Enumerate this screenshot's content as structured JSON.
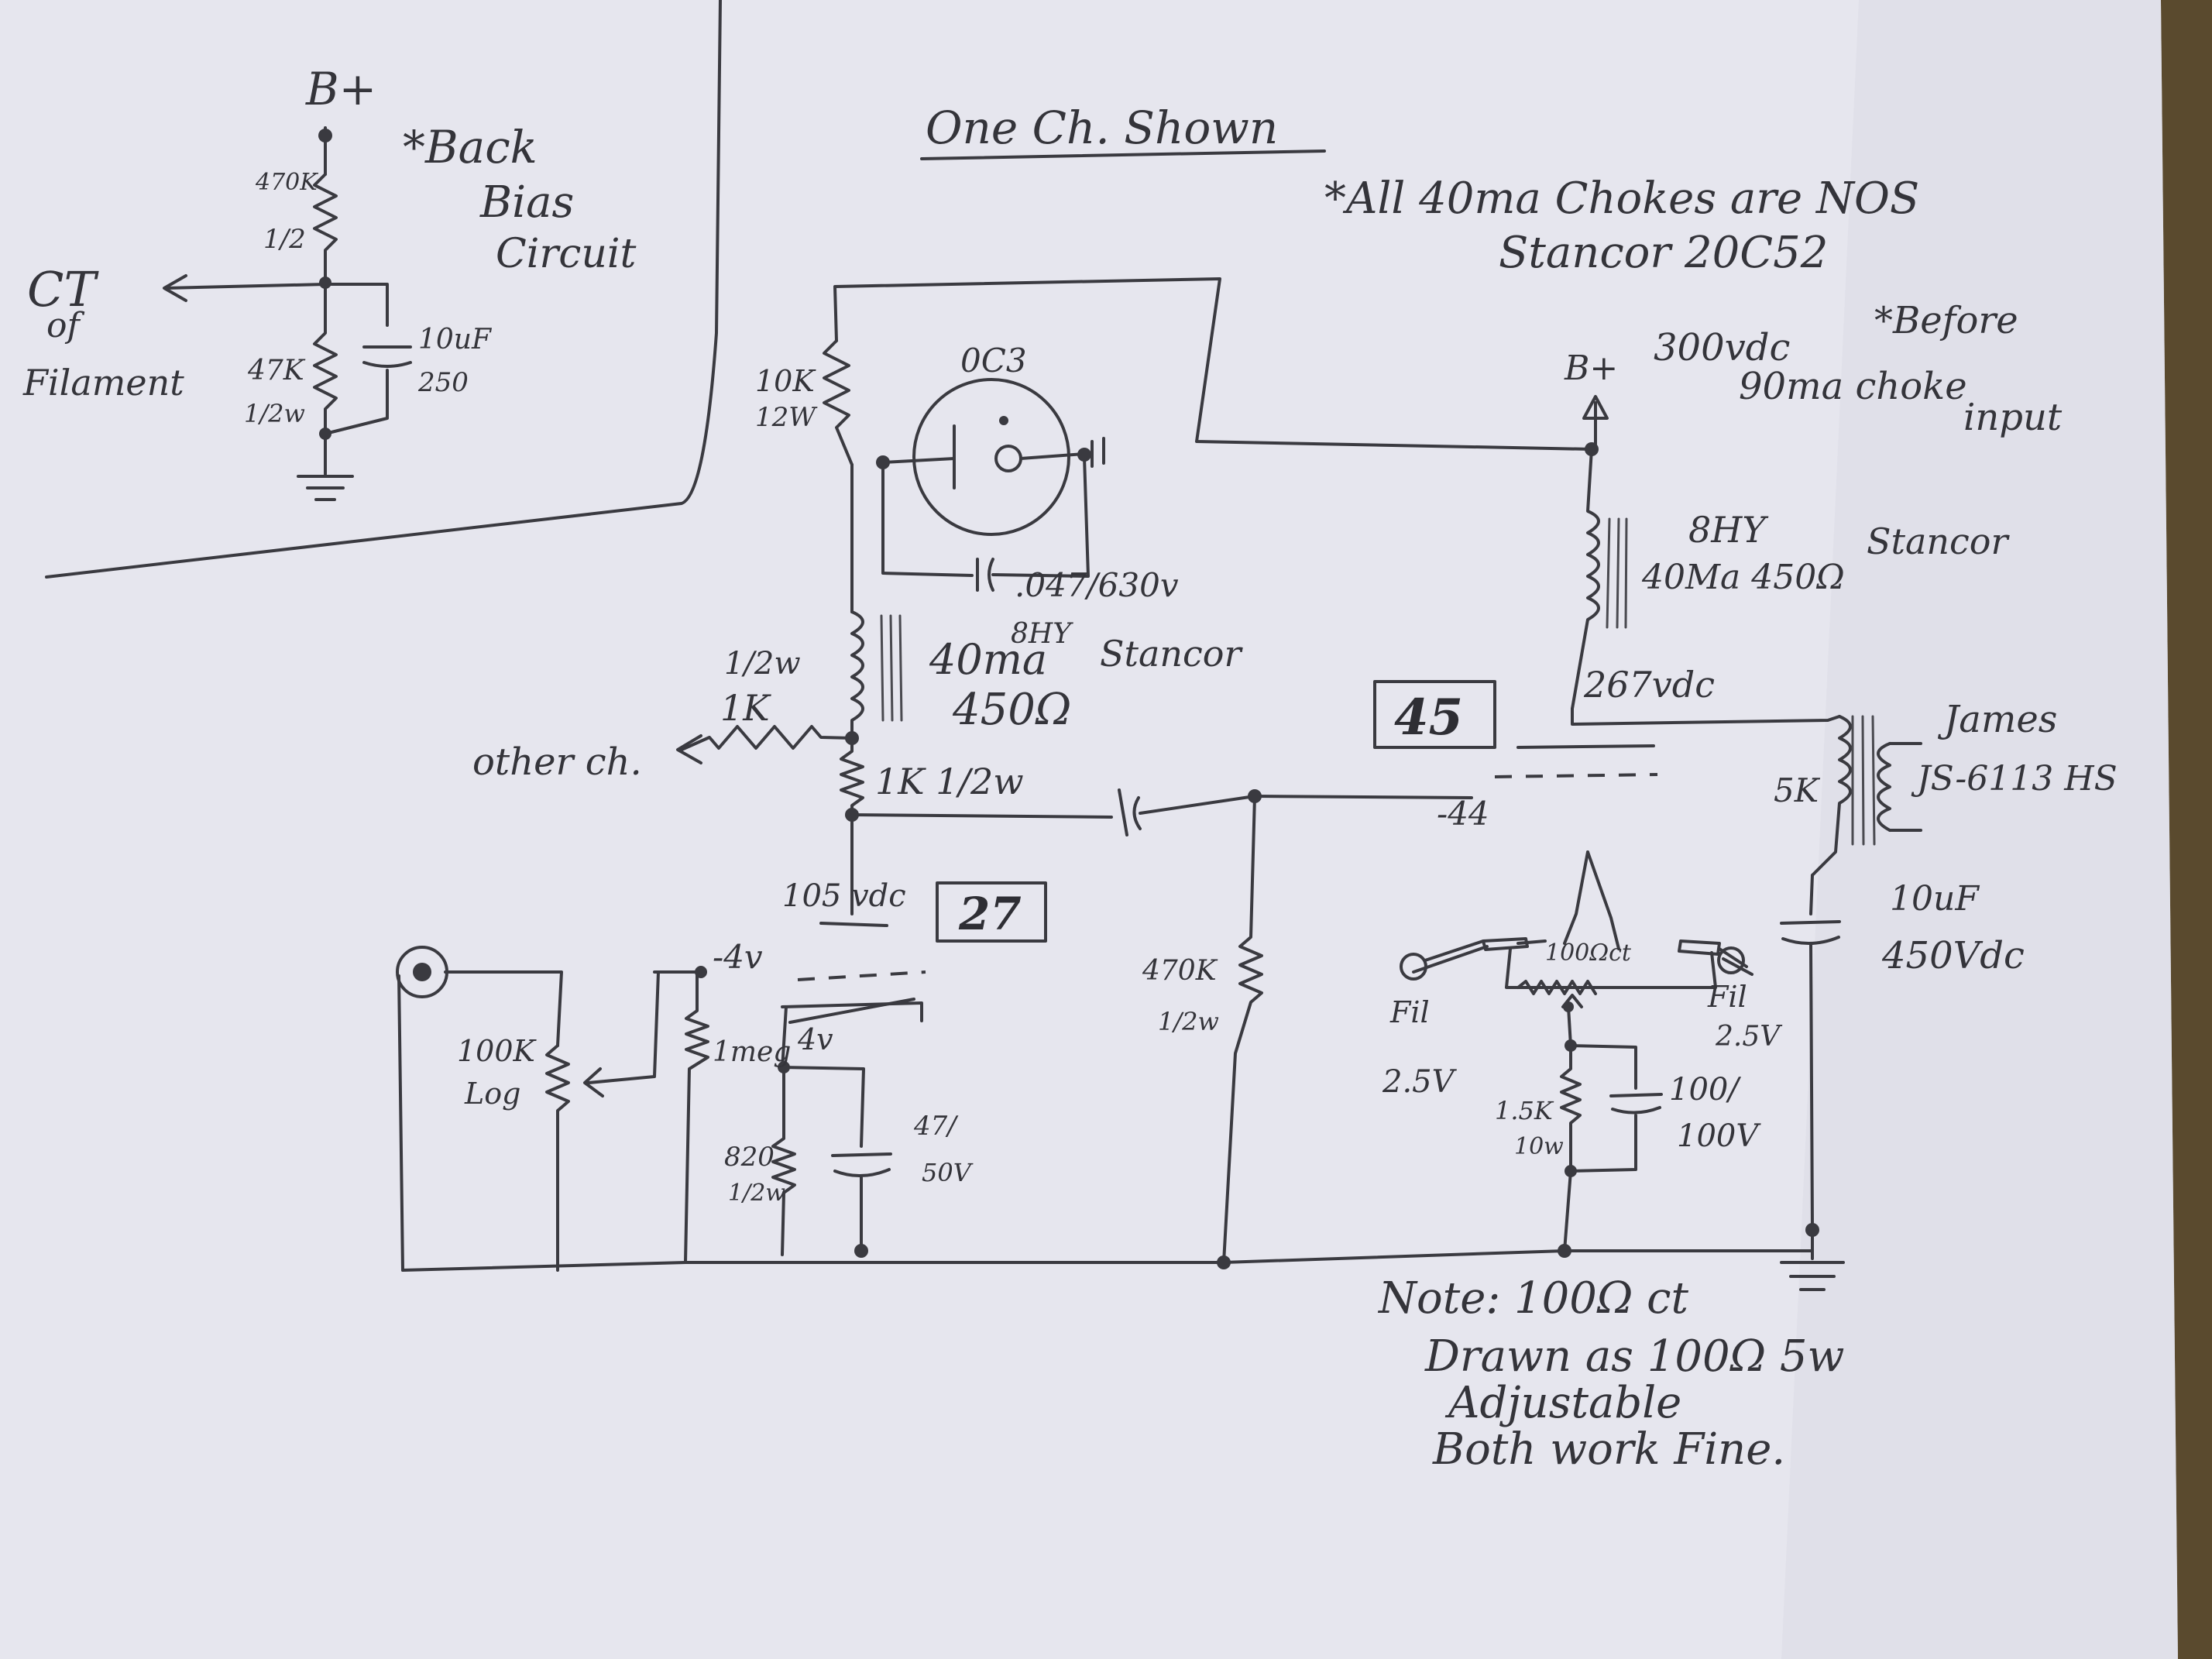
{
  "title": "One Ch. Shown",
  "notes": {
    "choke_note_1": "*All 40ma Chokes are NOS",
    "choke_note_2": "Stancor 20C52",
    "bplus_main": "B+",
    "bplus_volts": "300vdc",
    "bplus_note_1": "*Before",
    "bplus_note_2": "90ma choke",
    "bplus_note_3": "input",
    "footer_1": "Note: 100Ω ct",
    "footer_2": "Drawn as 100Ω 5w",
    "footer_3": "Adjustable",
    "footer_4": "Both work Fine."
  },
  "bias_circuit": {
    "bplus": "B+",
    "title_1": "*Back",
    "title_2": "Bias",
    "title_3": "Circuit",
    "r1_value": "470K",
    "r1_watt": "1/2",
    "r2_value": "47K",
    "r2_watt": "1/2w",
    "cap_value": "10uF",
    "cap_volt": "250",
    "ct_1": "CT",
    "ct_2": "of",
    "ct_3": "Filament"
  },
  "regulator": {
    "r_value": "10K",
    "r_watt": "12W",
    "tube": "0C3",
    "cap": ".047/630v",
    "choke_1": "8HY",
    "choke_2": "40ma",
    "choke_3": "450Ω",
    "choke_4": "Stancor"
  },
  "interstage": {
    "other_r_watt": "1/2w",
    "other_r_value": "1K",
    "other_ch": "other ch.",
    "r_1k": "1K 1/2w",
    "volts_105": "105 vdc",
    "tube_27": "27",
    "grid_v": "-4v",
    "cathode_v": "4v",
    "pot_1": "100K",
    "pot_2": "Log",
    "grid_r": "1meg",
    "cath_r_1": "820",
    "cath_r_2": "1/2w",
    "cath_c_1": "47/",
    "cath_c_2": "50V"
  },
  "output": {
    "tube_45": "45",
    "grid_v": "-44",
    "volts_267": "267vdc",
    "grid_r_1": "470K",
    "grid_r_2": "1/2w",
    "choke_1": "8HY",
    "choke_2": "40Ma 450Ω",
    "choke_3": "Stancor",
    "xfmr_1": "James",
    "xfmr_2": "JS-6113 HS",
    "xfmr_imp": "5K",
    "cap_1": "10uF",
    "cap_2": "450Vdc",
    "ct_pot": "100Ωct",
    "fil_left_1": "Fil",
    "fil_left_2": "2.5V",
    "fil_right_1": "Fil",
    "fil_right_2": "2.5V",
    "rk_1": "1.5K",
    "rk_2": "10w",
    "ck_1": "100/",
    "ck_2": "100V"
  }
}
